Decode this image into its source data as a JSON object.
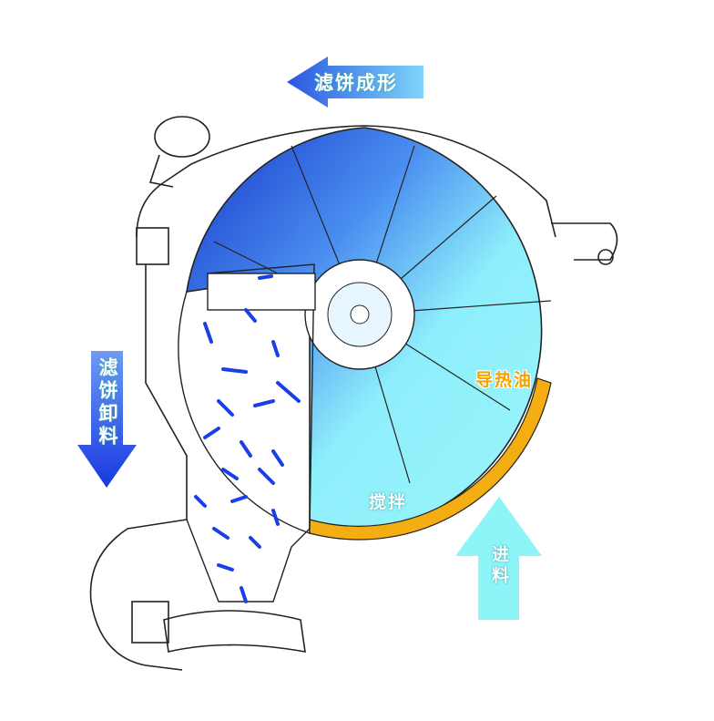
{
  "labels": {
    "cake_forming": "滤饼成形",
    "cake_discharge": "滤饼卸料",
    "thermal_oil": "导热油",
    "stirring": "搅拌",
    "feed": "进料"
  },
  "colors": {
    "arrow_blue": "#2f5fe0",
    "arrow_cyan": "#8df4f8",
    "drum_dark": "#1f45d8",
    "drum_light": "#8ef3fb",
    "oil": "#f5ae12",
    "cake_particles": "#1a3fe6"
  }
}
